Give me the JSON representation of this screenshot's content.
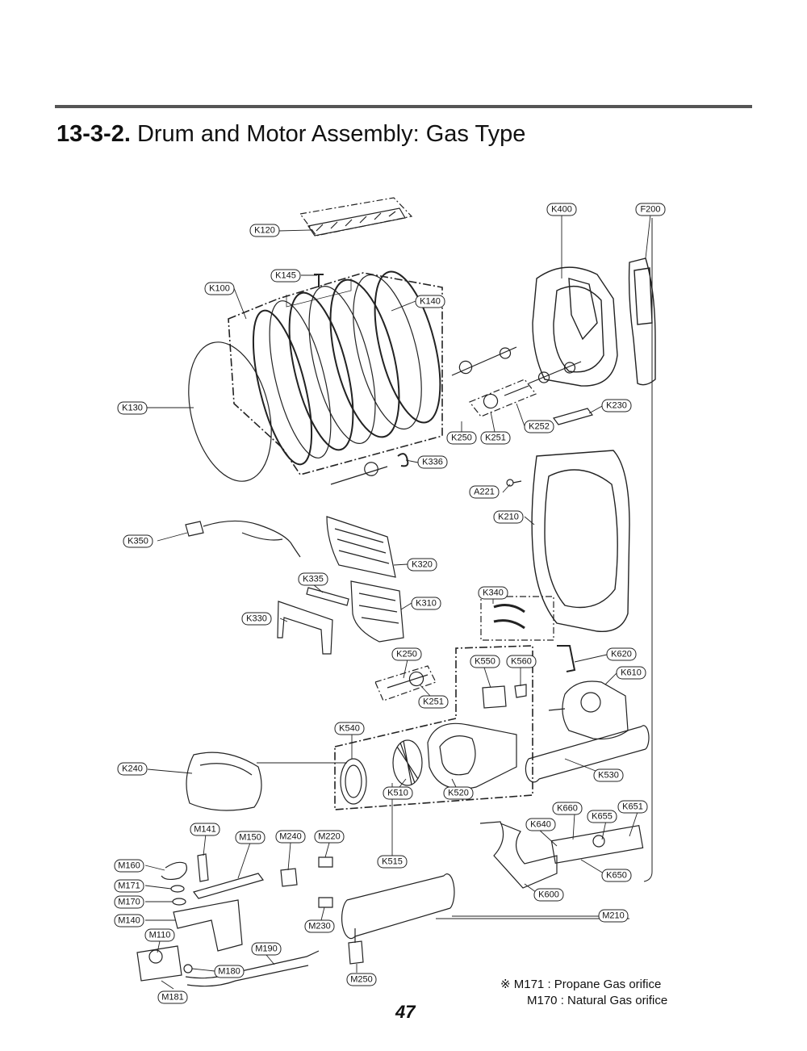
{
  "header": {
    "section_number": "13-3-2.",
    "title": "Drum and Motor Assembly: Gas Type"
  },
  "labels": {
    "K120": "K120",
    "K145": "K145",
    "K100": "K100",
    "K140": "K140",
    "K130": "K130",
    "K400": "K400",
    "F200": "F200",
    "K230": "K230",
    "K252": "K252",
    "K250a": "K250",
    "K251a": "K251",
    "K336": "K336",
    "A221": "A221",
    "K210": "K210",
    "K350": "K350",
    "K320": "K320",
    "K335": "K335",
    "K310": "K310",
    "K330": "K330",
    "K340": "K340",
    "K250b": "K250",
    "K251b": "K251",
    "K550": "K550",
    "K560": "K560",
    "K620": "K620",
    "K610": "K610",
    "K540": "K540",
    "K240": "K240",
    "K510": "K510",
    "K520": "K520",
    "K530": "K530",
    "K660": "K660",
    "K651": "K651",
    "K655": "K655",
    "K640": "K640",
    "K650": "K650",
    "K600": "K600",
    "K515": "K515",
    "M141": "M141",
    "M150": "M150",
    "M240": "M240",
    "M220": "M220",
    "M160": "M160",
    "M171": "M171",
    "M170": "M170",
    "M140": "M140",
    "M110": "M110",
    "M230": "M230",
    "M210": "M210",
    "M190": "M190",
    "M180": "M180",
    "M250": "M250",
    "M181": "M181"
  },
  "notes": {
    "symbol": "※",
    "line1": "M171 : Propane Gas orifice",
    "line2": "M170 : Natural Gas orifice"
  },
  "page_number": "47"
}
